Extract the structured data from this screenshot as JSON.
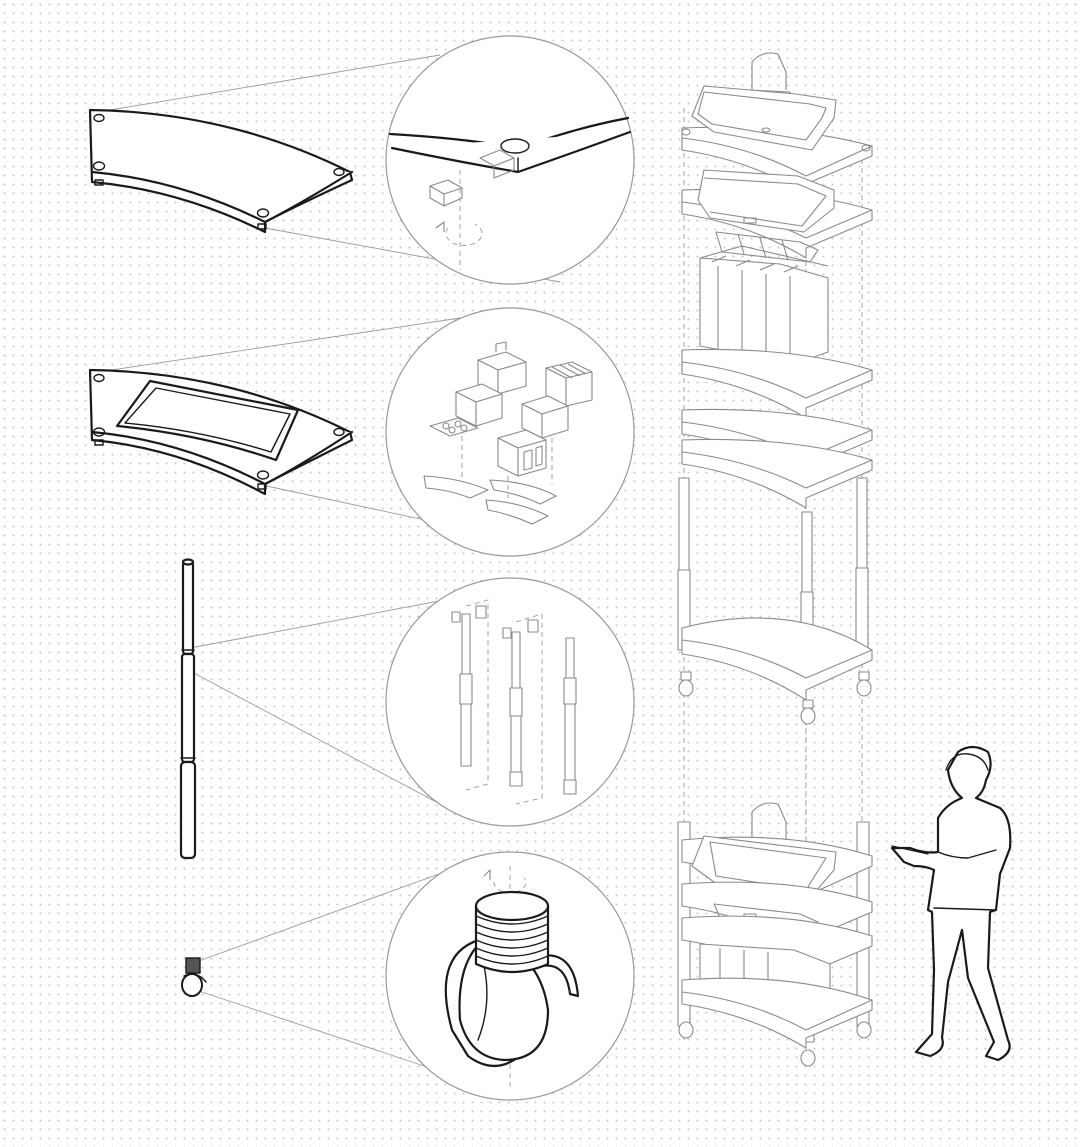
{
  "colors": {
    "background": "#ffffff",
    "dot_grid": "#c9c9c9",
    "line_dark": "#1a1a1a",
    "line_grey": "#8a8a8a"
  },
  "components": [
    {
      "id": "curved-shelf-panel",
      "icon": "curved-shelf-panel-icon"
    },
    {
      "id": "shelf-panel-with-cutout",
      "icon": "shelf-cutout-icon"
    },
    {
      "id": "telescopic-pole",
      "icon": "pole-icon"
    },
    {
      "id": "caster-wheel",
      "icon": "caster-icon"
    }
  ],
  "details": [
    {
      "id": "corner-joint-detail",
      "icon": "magnifier-circle-icon"
    },
    {
      "id": "module-options-detail",
      "icon": "magnifier-circle-icon"
    },
    {
      "id": "pole-segments-detail",
      "icon": "magnifier-circle-icon"
    },
    {
      "id": "caster-closeup-detail",
      "icon": "magnifier-circle-icon"
    }
  ],
  "assemblies": [
    {
      "id": "exploded-cart-assembly",
      "icon": "cart-exploded-icon"
    },
    {
      "id": "assembled-cart",
      "icon": "cart-icon"
    }
  ],
  "figure": {
    "id": "human-scale-figure",
    "icon": "person-with-tablet-icon"
  }
}
